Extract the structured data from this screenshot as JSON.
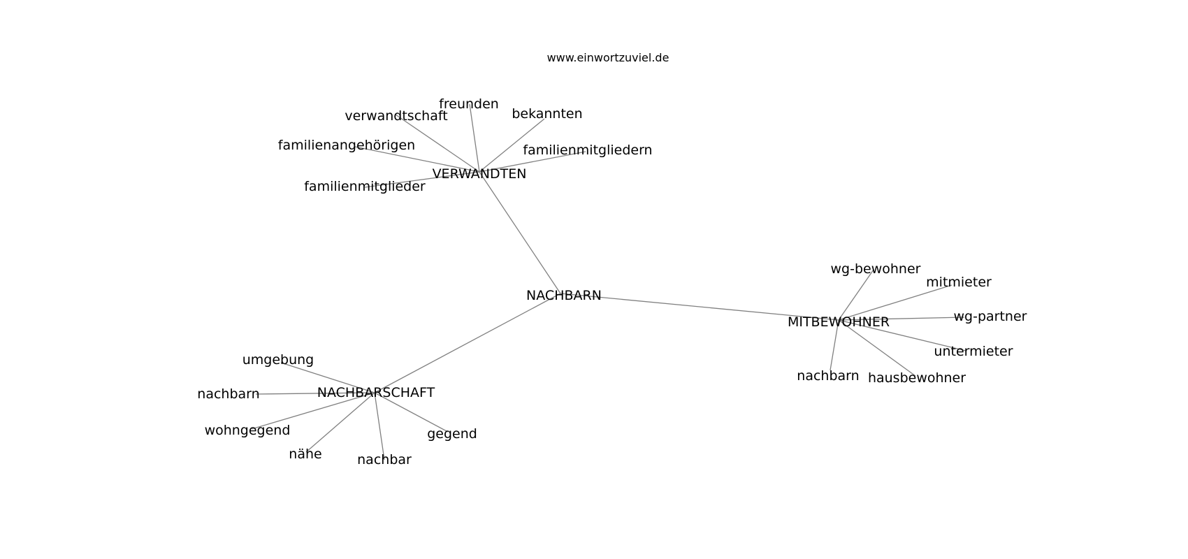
{
  "site": "www.einwortzuviel.de",
  "nodes": [
    {
      "id": "nachbarn_root",
      "label": "NACHBARN"
    },
    {
      "id": "verwandten",
      "label": "VERWANDTEN"
    },
    {
      "id": "mitbewohner",
      "label": "MITBEWOHNER"
    },
    {
      "id": "nachbarschaft",
      "label": "NACHBARSCHAFT"
    },
    {
      "id": "freunden",
      "label": "freunden"
    },
    {
      "id": "verwandtschaft",
      "label": "verwandtschaft"
    },
    {
      "id": "bekannten",
      "label": "bekannten"
    },
    {
      "id": "familienangehoerigen",
      "label": "familienangehörigen"
    },
    {
      "id": "familienmitgliedern",
      "label": "familienmitgliedern"
    },
    {
      "id": "familienmitglieder",
      "label": "familienmitglieder"
    },
    {
      "id": "wg_bewohner",
      "label": "wg-bewohner"
    },
    {
      "id": "mitmieter",
      "label": "mitmieter"
    },
    {
      "id": "wg_partner",
      "label": "wg-partner"
    },
    {
      "id": "untermieter",
      "label": "untermieter"
    },
    {
      "id": "nachbarn_mit",
      "label": "nachbarn"
    },
    {
      "id": "hausbewohner",
      "label": "hausbewohner"
    },
    {
      "id": "umgebung",
      "label": "umgebung"
    },
    {
      "id": "nachbarn_nbs",
      "label": "nachbarn"
    },
    {
      "id": "wohngegend",
      "label": "wohngegend"
    },
    {
      "id": "naehe",
      "label": "nähe"
    },
    {
      "id": "nachbar",
      "label": "nachbar"
    },
    {
      "id": "gegend",
      "label": "gegend"
    }
  ],
  "edges": [
    [
      "nachbarn_root",
      "verwandten"
    ],
    [
      "nachbarn_root",
      "mitbewohner"
    ],
    [
      "nachbarn_root",
      "nachbarschaft"
    ],
    [
      "verwandten",
      "freunden"
    ],
    [
      "verwandten",
      "verwandtschaft"
    ],
    [
      "verwandten",
      "bekannten"
    ],
    [
      "verwandten",
      "familienangehoerigen"
    ],
    [
      "verwandten",
      "familienmitgliedern"
    ],
    [
      "verwandten",
      "familienmitglieder"
    ],
    [
      "mitbewohner",
      "wg_bewohner"
    ],
    [
      "mitbewohner",
      "mitmieter"
    ],
    [
      "mitbewohner",
      "wg_partner"
    ],
    [
      "mitbewohner",
      "untermieter"
    ],
    [
      "mitbewohner",
      "nachbarn_mit"
    ],
    [
      "mitbewohner",
      "hausbewohner"
    ],
    [
      "nachbarschaft",
      "umgebung"
    ],
    [
      "nachbarschaft",
      "nachbarn_nbs"
    ],
    [
      "nachbarschaft",
      "wohngegend"
    ],
    [
      "nachbarschaft",
      "naehe"
    ],
    [
      "nachbarschaft",
      "nachbar"
    ],
    [
      "nachbarschaft",
      "gegend"
    ]
  ]
}
